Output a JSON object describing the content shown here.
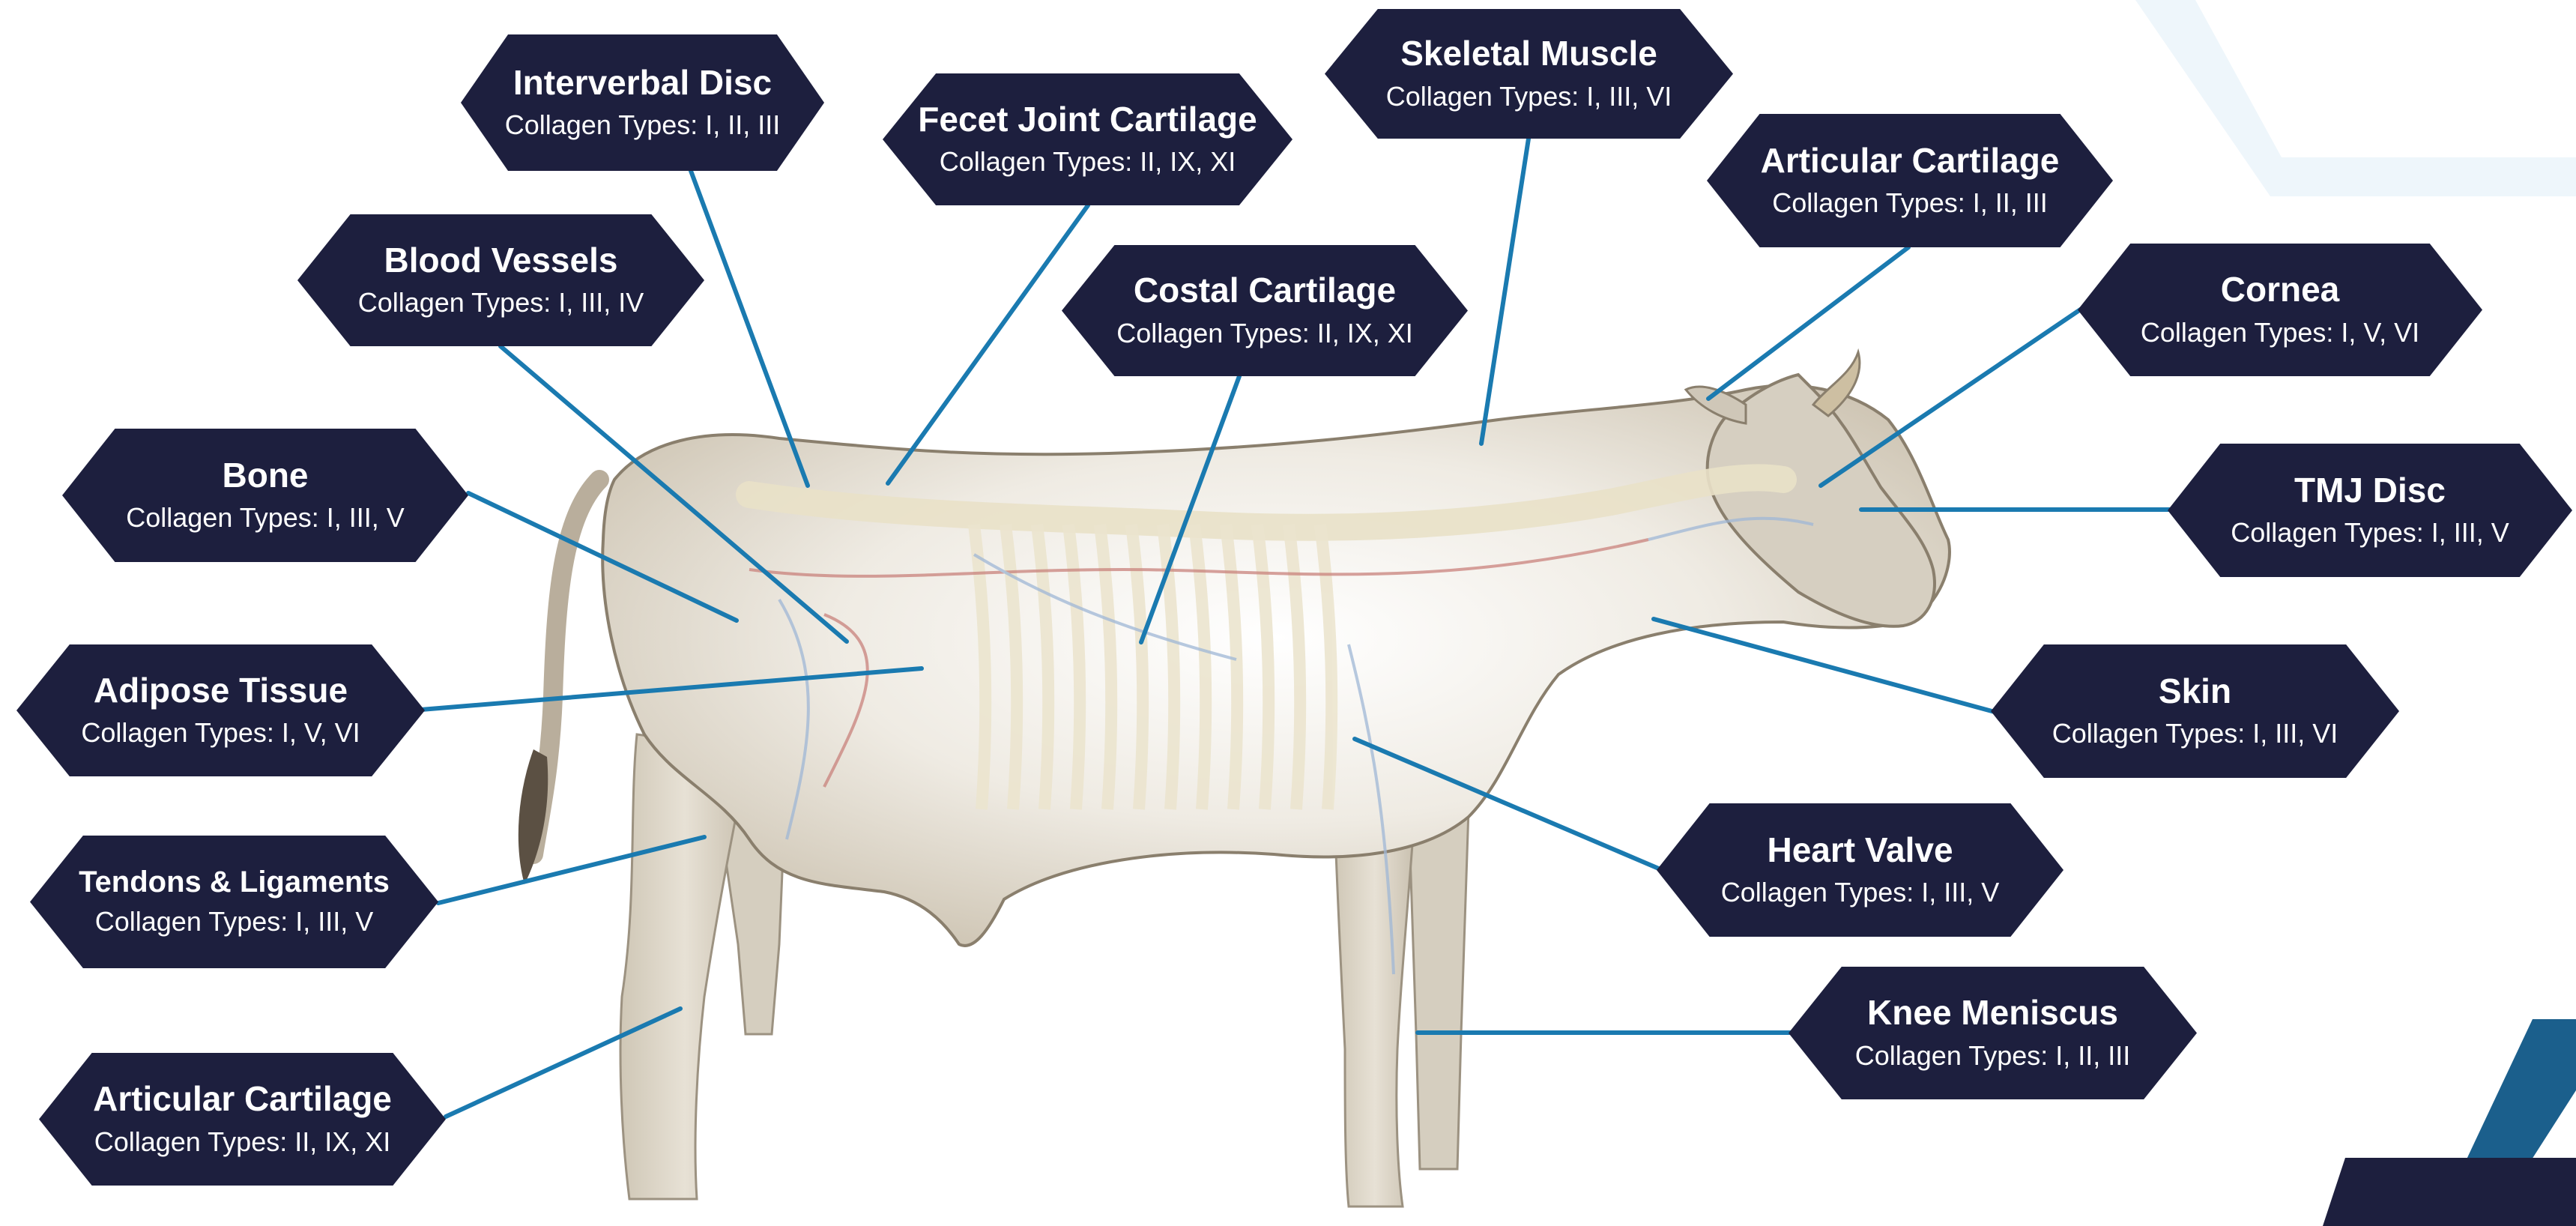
{
  "colors": {
    "label_bg": "#1d1f3e",
    "leader": "#1a7ab0",
    "hide_outline": "#7e7465",
    "hide_fill": "#d9d3c6",
    "bone": "#ece5cf",
    "vessel_red": "#c9827c",
    "vessel_blue": "#9fb7d6",
    "corner_accent": "#1b5f8c",
    "corner_light": "#eaf4fa"
  },
  "labels": [
    {
      "id": "interverbal-disc",
      "title": "Interverbal Disc",
      "subtitle": "Collagen Types: I, II, III"
    },
    {
      "id": "fecet-joint-cartilage",
      "title": "Fecet Joint Cartilage",
      "subtitle": "Collagen Types: II, IX, XI"
    },
    {
      "id": "skeletal-muscle",
      "title": "Skeletal Muscle",
      "subtitle": "Collagen Types: I, III, VI"
    },
    {
      "id": "articular-cartilage-head",
      "title": "Articular Cartilage",
      "subtitle": "Collagen Types: I, II, III"
    },
    {
      "id": "blood-vessels",
      "title": "Blood Vessels",
      "subtitle": "Collagen Types: I, III, IV"
    },
    {
      "id": "costal-cartilage",
      "title": "Costal Cartilage",
      "subtitle": "Collagen Types: II, IX, XI"
    },
    {
      "id": "cornea",
      "title": "Cornea",
      "subtitle": "Collagen Types: I, V, VI"
    },
    {
      "id": "bone",
      "title": "Bone",
      "subtitle": "Collagen Types: I, III, V"
    },
    {
      "id": "tmj-disc",
      "title": "TMJ Disc",
      "subtitle": "Collagen Types: I, III, V"
    },
    {
      "id": "adipose-tissue",
      "title": "Adipose Tissue",
      "subtitle": "Collagen Types: I, V, VI"
    },
    {
      "id": "skin",
      "title": "Skin",
      "subtitle": "Collagen Types: I, III, VI"
    },
    {
      "id": "tendons-ligaments",
      "title": "Tendons & Ligaments",
      "subtitle": "Collagen Types: I, III, V"
    },
    {
      "id": "heart-valve",
      "title": "Heart Valve",
      "subtitle": "Collagen Types: I, III, V"
    },
    {
      "id": "knee-meniscus",
      "title": "Knee Meniscus",
      "subtitle": "Collagen Types: I, II, III"
    },
    {
      "id": "articular-cartilage-leg",
      "title": "Articular Cartilage",
      "subtitle": "Collagen Types: II, IX, XI"
    }
  ]
}
